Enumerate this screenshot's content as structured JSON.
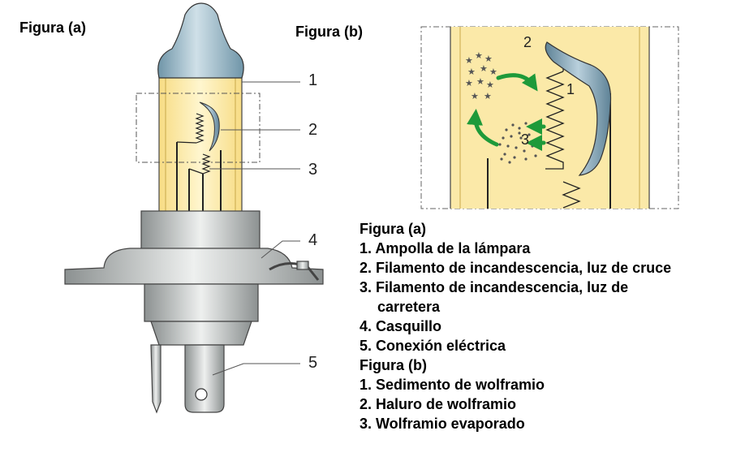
{
  "figure_a": {
    "title": "Figura (a)"
  },
  "figure_b": {
    "title": "Figura (b)"
  },
  "callouts_a": [
    "1",
    "2",
    "3",
    "4",
    "5"
  ],
  "callouts_b": [
    "1",
    "2",
    "3"
  ],
  "legend": {
    "heading_a": "Figura (a)",
    "items_a": [
      "1. Ampolla de la lámpara",
      "2. Filamento de incandescencia, luz de cruce",
      "3. Filamento de incandescencia, luz de",
      "carretera",
      "4. Casquillo",
      "5. Conexión eléctrica"
    ],
    "heading_b": "Figura (b)",
    "items_b": [
      "1. Sedimento de wolframio",
      "2. Haluro de wolframio",
      "3. Wolframio evaporado"
    ]
  },
  "colors": {
    "glass": "#fbe9a8",
    "glass_core": "#fff6cf",
    "cap": "#8fb0bf",
    "metal": "#b8bcbc",
    "arrow_green": "#1e9a3a",
    "shield": "#7f9fb1"
  }
}
